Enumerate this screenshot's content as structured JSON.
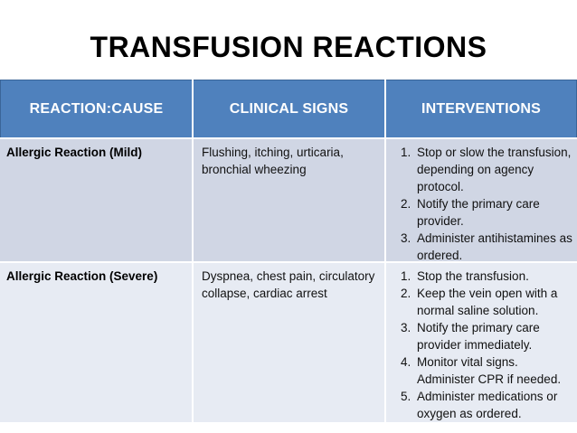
{
  "slide": {
    "title": "TRANSFUSION REACTIONS",
    "colors": {
      "header_bg": "#4f81bd",
      "header_border": "#3a6598",
      "header_text": "#ffffff",
      "row_band_dark": "#d0d6e4",
      "row_band_light": "#e7ebf3",
      "title_text": "#000000",
      "body_text": "#111111"
    },
    "table": {
      "headers": {
        "reaction_cause": "REACTION:CAUSE",
        "clinical_signs": "CLINICAL SIGNS",
        "interventions": "INTERVENTIONS"
      },
      "rows": [
        {
          "reaction": "Allergic Reaction (Mild)",
          "signs": "Flushing, itching, urticaria, bronchial wheezing",
          "interventions": [
            "Stop or slow the transfusion, depending on agency protocol.",
            "Notify the primary care provider.",
            "Administer antihistamines as ordered."
          ]
        },
        {
          "reaction": "Allergic Reaction (Severe)",
          "signs": "Dyspnea, chest pain, circulatory collapse, cardiac arrest",
          "interventions": [
            "Stop the transfusion.",
            "Keep the vein open with a normal saline solution.",
            "Notify the primary care provider immediately.",
            "Monitor vital signs. Administer CPR if needed.",
            "Administer medications or oxygen as ordered."
          ]
        }
      ]
    }
  }
}
